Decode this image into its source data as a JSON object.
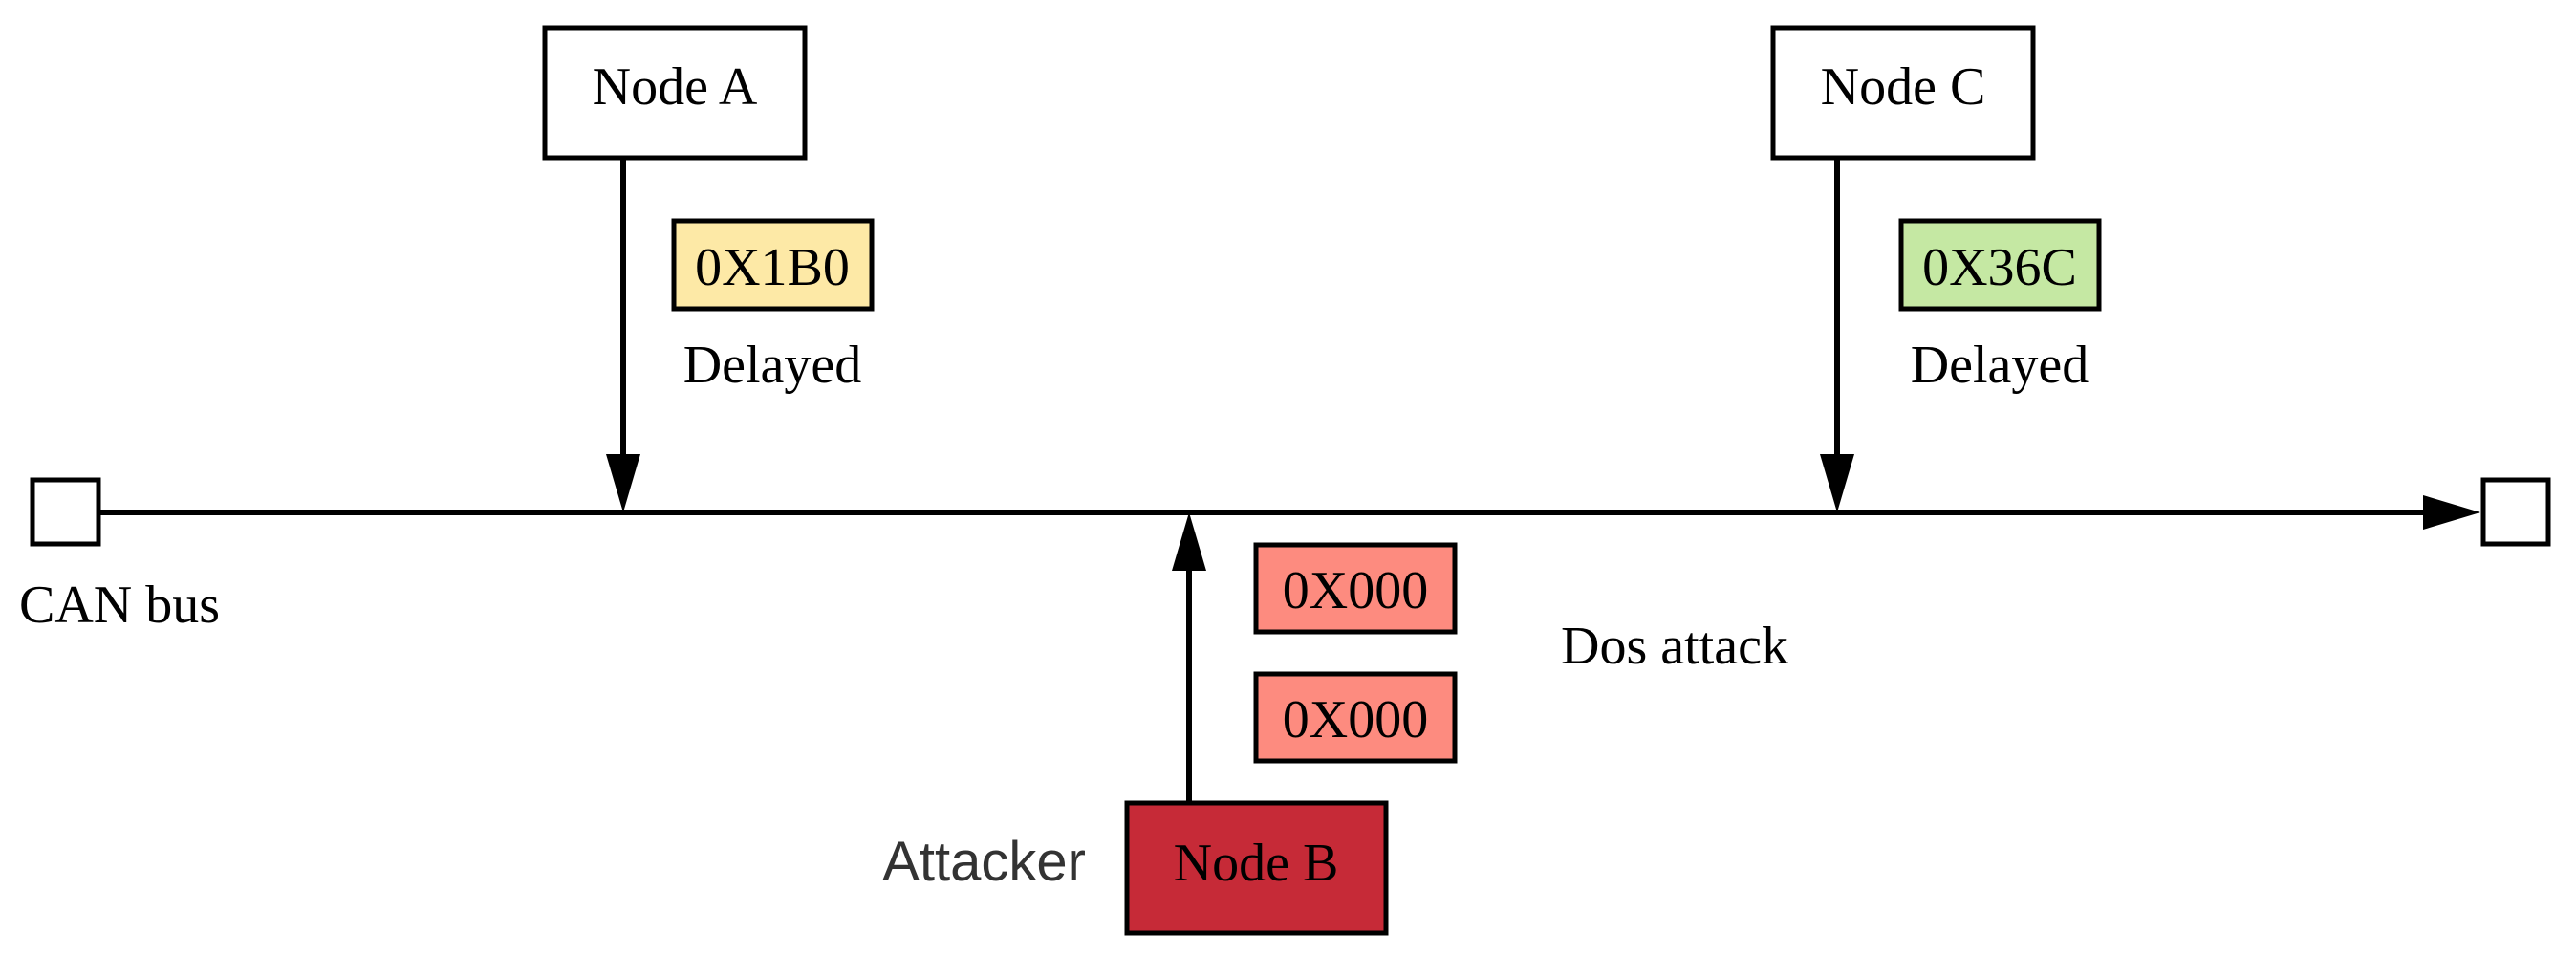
{
  "nodes": {
    "node_a": {
      "label": "Node A",
      "fill": "#ffffff"
    },
    "node_b": {
      "label": "Node B",
      "fill": "#c62a37"
    },
    "node_c": {
      "label": "Node C",
      "fill": "#ffffff"
    }
  },
  "messages": {
    "node_a_msg": {
      "label": "0X1B0",
      "fill": "#fde9a6"
    },
    "node_c_msg": {
      "label": "0X36C",
      "fill": "#c5e8a3"
    },
    "attack_msg_1": {
      "label": "0X000",
      "fill": "#fd8b7f"
    },
    "attack_msg_2": {
      "label": "0X000",
      "fill": "#fd8b7f"
    }
  },
  "notes": {
    "node_a_status": "Delayed",
    "node_c_status": "Delayed",
    "attack_type": "Dos attack",
    "bus_label": "CAN bus",
    "attacker_label": "Attacker"
  }
}
